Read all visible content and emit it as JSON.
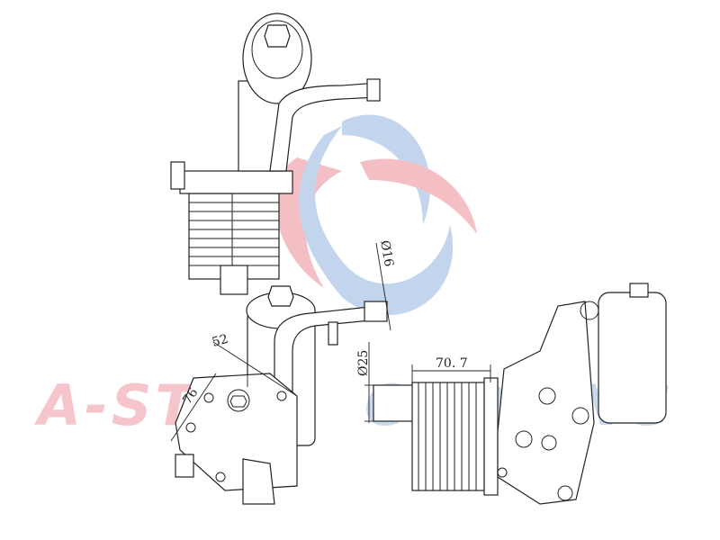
{
  "watermark": {
    "brand_left": "A-STAR",
    "brand_right": "COOLING",
    "color_red": "#e8707f",
    "color_blue": "#7aa3d6"
  },
  "dimensions": {
    "pipe_diameter": "Ø16",
    "flange_width": "52",
    "flange_height": "76",
    "inlet_diameter": "Ø25",
    "cooler_length": "70. 7"
  }
}
